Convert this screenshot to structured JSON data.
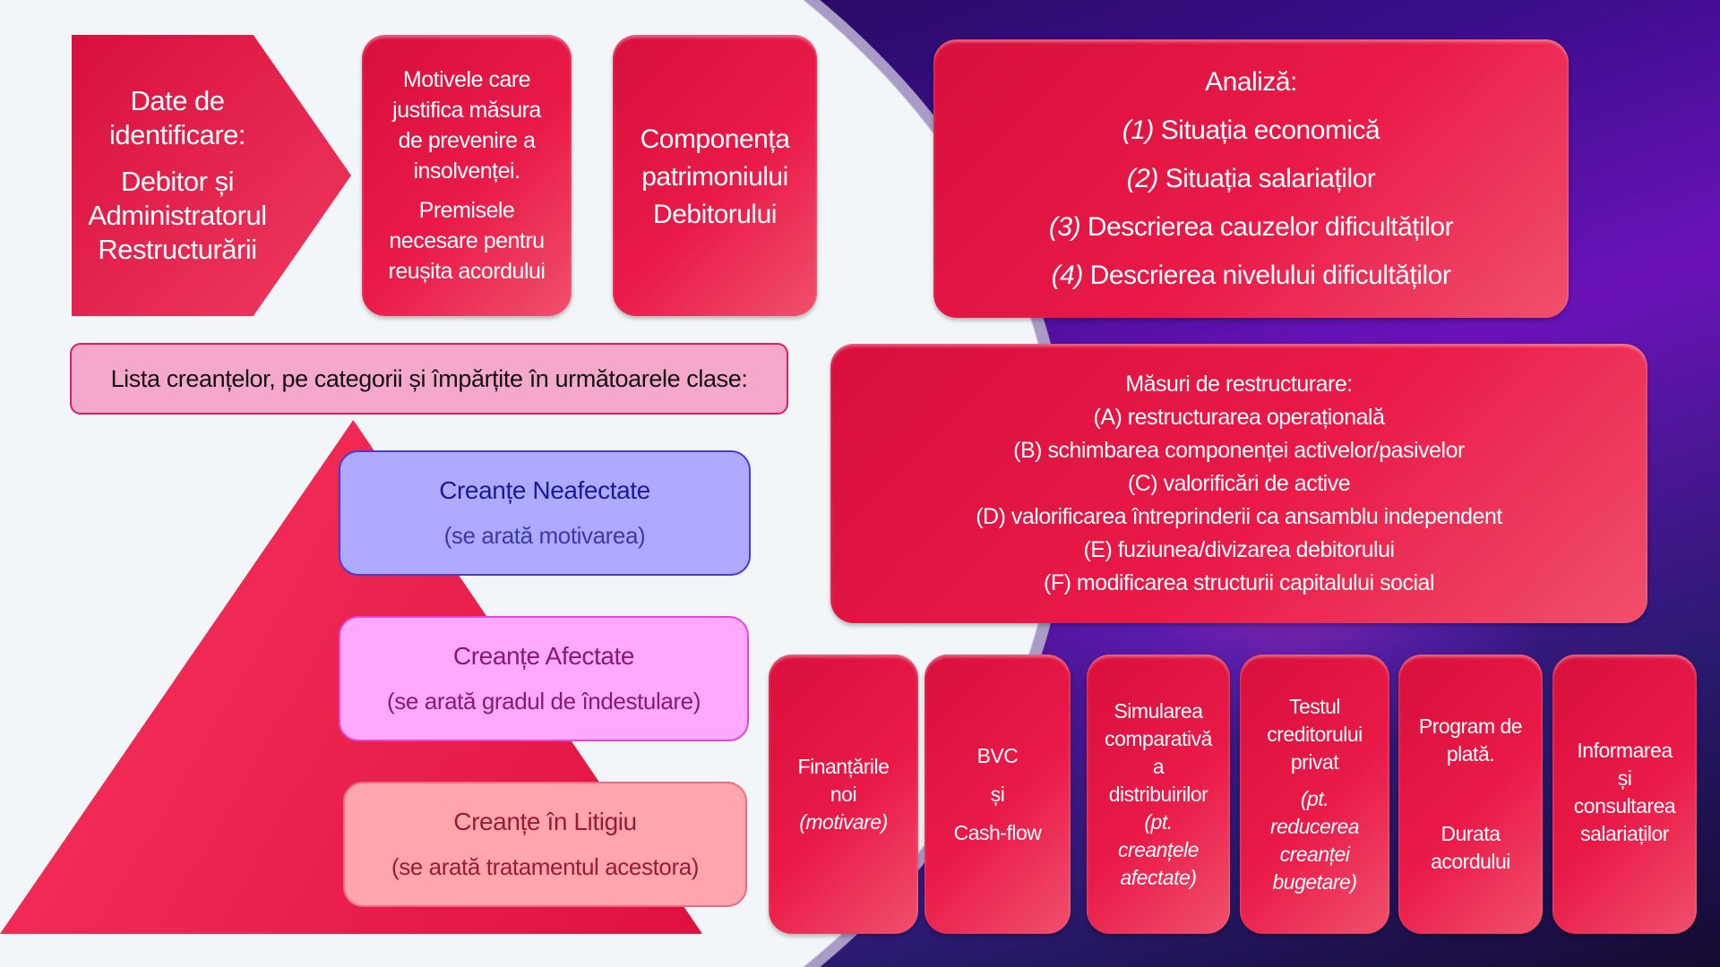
{
  "identification": {
    "line1": "Date de",
    "line2": "identificare:",
    "line3": "Debitor și",
    "line4": "Administratorul",
    "line5": "Restructurării"
  },
  "motives": {
    "line1": "Motivele care",
    "line2": "justifica măsura",
    "line3": "de prevenire a",
    "line4": "insolvenței.",
    "line5": "Premisele",
    "line6": "necesare pentru",
    "line7": "reușita acordului"
  },
  "assets": {
    "line1": "Componența",
    "line2": "patrimoniului",
    "line3": "Debitorului"
  },
  "analysis": {
    "title": "Analiză:",
    "items": [
      {
        "num": "(1)",
        "text": "Situația economică"
      },
      {
        "num": "(2)",
        "text": "Situația salariaților"
      },
      {
        "num": "(3)",
        "text": "Descrierea cauzelor dificultăților"
      },
      {
        "num": "(4)",
        "text": "Descrierea nivelului dificultăților"
      }
    ]
  },
  "claims_list": {
    "title": "Lista creanțelor, pe categorii și împărțite în următoarele clase:"
  },
  "classes": [
    {
      "title": "Creanțe Neafectate",
      "sub": "(se arată motivarea)"
    },
    {
      "title": "Creanțe Afectate",
      "sub": "(se arată gradul de îndestulare)"
    },
    {
      "title": "Creanțe în Litigiu",
      "sub": "(se arată tratamentul acestora)"
    }
  ],
  "measures": {
    "title": "Măsuri de restructurare:",
    "items": [
      {
        "letter": "(A)",
        "text": "restructurarea operațională"
      },
      {
        "letter": "(B)",
        "text": "schimbarea componenței activelor/pasivelor"
      },
      {
        "letter": "(C)",
        "text": "valorificări de active"
      },
      {
        "letter": "(D)",
        "text": "valorificarea întreprinderii ca ansamblu independent"
      },
      {
        "letter": "(E)",
        "text": "fuziunea/divizarea debitorului"
      },
      {
        "letter": "(F)",
        "text": "modificarea structurii capitalului social"
      }
    ]
  },
  "columns": {
    "c1": {
      "l1": "Finanțările",
      "l2": "noi",
      "i1": "(motivare)"
    },
    "c2": {
      "l1": "BVC",
      "l2": "și",
      "l3": "Cash-flow"
    },
    "c3": {
      "l1": "Simularea",
      "l2": "comparativă",
      "l3": "a",
      "l4": "distribuirilor",
      "i1": "(pt.",
      "i2": "creanțele",
      "i3": "afectate)"
    },
    "c4": {
      "l1": "Testul",
      "l2": "creditorului",
      "l3": "privat",
      "i1": "(pt.",
      "i2": "reducerea",
      "i3": "creanței",
      "i4": "bugetare)"
    },
    "c5": {
      "l1": "Program de",
      "l2": "plată.",
      "l3": "Durata",
      "l4": "acordului"
    },
    "c6": {
      "l1": "Informarea",
      "l2": "și",
      "l3": "consultarea",
      "l4": "salariaților"
    }
  },
  "colors": {
    "red": "#e8164a",
    "blue_box": "#aeaaff",
    "pink_box": "#ffa8ff",
    "salmon_box": "#ffa6ad",
    "lista_box": "#f6a8cb"
  }
}
